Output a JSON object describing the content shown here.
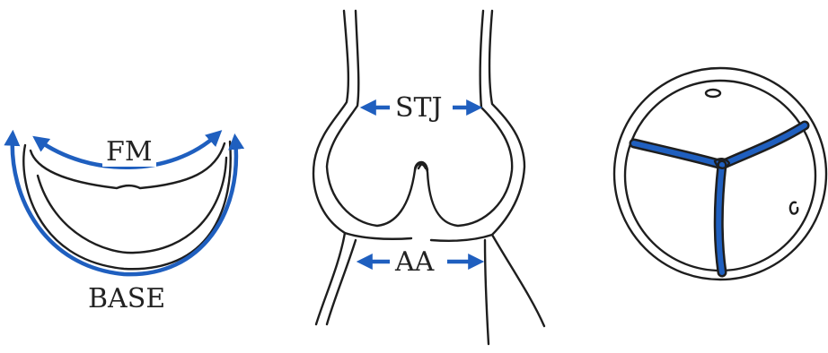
{
  "labels": {
    "fm": "FM",
    "base": "BASE",
    "stj": "STJ",
    "aa": "AA"
  },
  "colors": {
    "accent": "#1f5fbf",
    "line": "#1e1e1e",
    "background": "#ffffff"
  },
  "icons": [
    "double-headed-arrow-icon",
    "curved-arrow-icon"
  ]
}
